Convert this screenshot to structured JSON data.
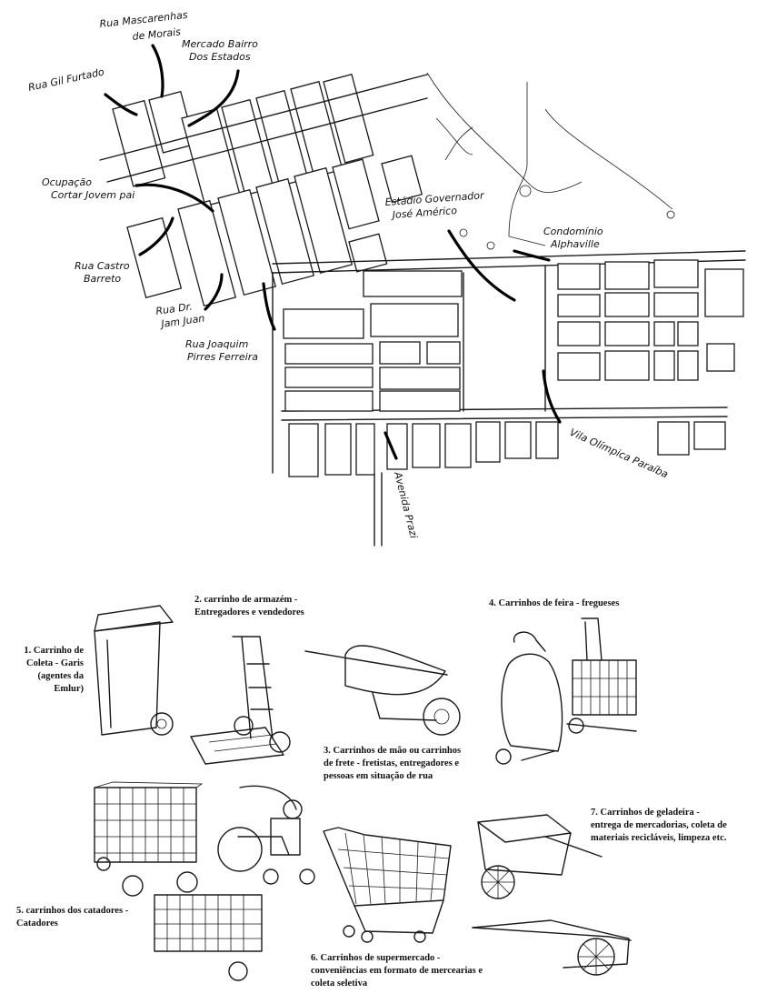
{
  "map": {
    "labels": {
      "rua_mascarenhas_1": "Rua Mascarenhas",
      "rua_mascarenhas_2": "de Morais",
      "mercado_1": "Mercado Bairro",
      "mercado_2": "Dos Estados",
      "rua_gil": "Rua Gil Furtado",
      "ocupacao_1": "Ocupação",
      "ocupacao_2": "Cortar Jovem pai",
      "estadio_1": "Estádio Governador",
      "estadio_2": "José Américo",
      "condominio_1": "Condomínio",
      "condominio_2": "Alphaville",
      "rua_castro_1": "Rua Castro",
      "rua_castro_2": "Barreto",
      "rua_dr_1": "Rua Dr.",
      "rua_dr_2": "Jam Juan",
      "rua_joaquim_1": "Rua Joaquim",
      "rua_joaquim_2": "Pirres Ferreira",
      "vila_olimpica": "Vila Olímpica Paraíba",
      "avenida": "Avenida Prazi"
    }
  },
  "carts": {
    "c1": [
      "1. Carrinho de",
      "Coleta - Garis",
      "(agentes da",
      "Emlur)"
    ],
    "c2": [
      "2. carrinho de armazém -",
      "Entregadores e vendedores"
    ],
    "c3": [
      "3. Carrinhos de mão ou carrinhos",
      "de frete - fretistas, entregadores e",
      "pessoas em situação de rua"
    ],
    "c4": [
      "4. Carrinhos de feira - fregueses"
    ],
    "c5": [
      "5. carrinhos dos catadores -",
      "Catadores"
    ],
    "c6": [
      "6.   Carrinhos   de   supermercado   -",
      "conveniências em formato de mercearias e",
      "coleta seletiva"
    ],
    "c7": [
      "7. Carrinhos de geladeira  -",
      "entrega de mercadorias, coleta de",
      "materiais recicláveis, limpeza etc."
    ]
  }
}
